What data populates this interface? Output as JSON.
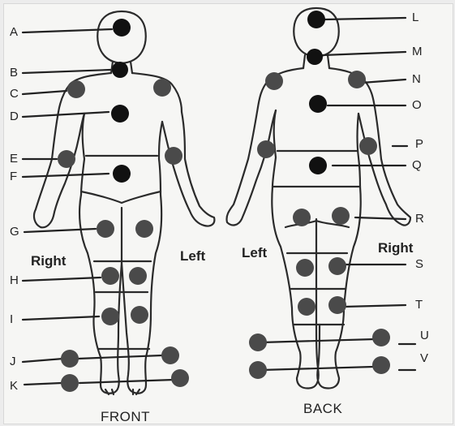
{
  "figure": {
    "captions": {
      "front": "FRONT",
      "back": "BACK"
    },
    "side_labels": {
      "front_right": "Right",
      "front_left": "Left",
      "back_left": "Left",
      "back_right": "Right"
    },
    "front_labels": [
      "A",
      "B",
      "C",
      "D",
      "E",
      "F",
      "G",
      "H",
      "I",
      "J",
      "K"
    ],
    "back_labels": [
      "L",
      "M",
      "N",
      "O",
      "P",
      "Q",
      "R",
      "S",
      "T",
      "U",
      "V"
    ],
    "colors": {
      "outline": "#2b2b2b",
      "dot_dark": "#111111",
      "dot_gray": "#4a4a4a",
      "paper": "#f6f6f4"
    }
  }
}
